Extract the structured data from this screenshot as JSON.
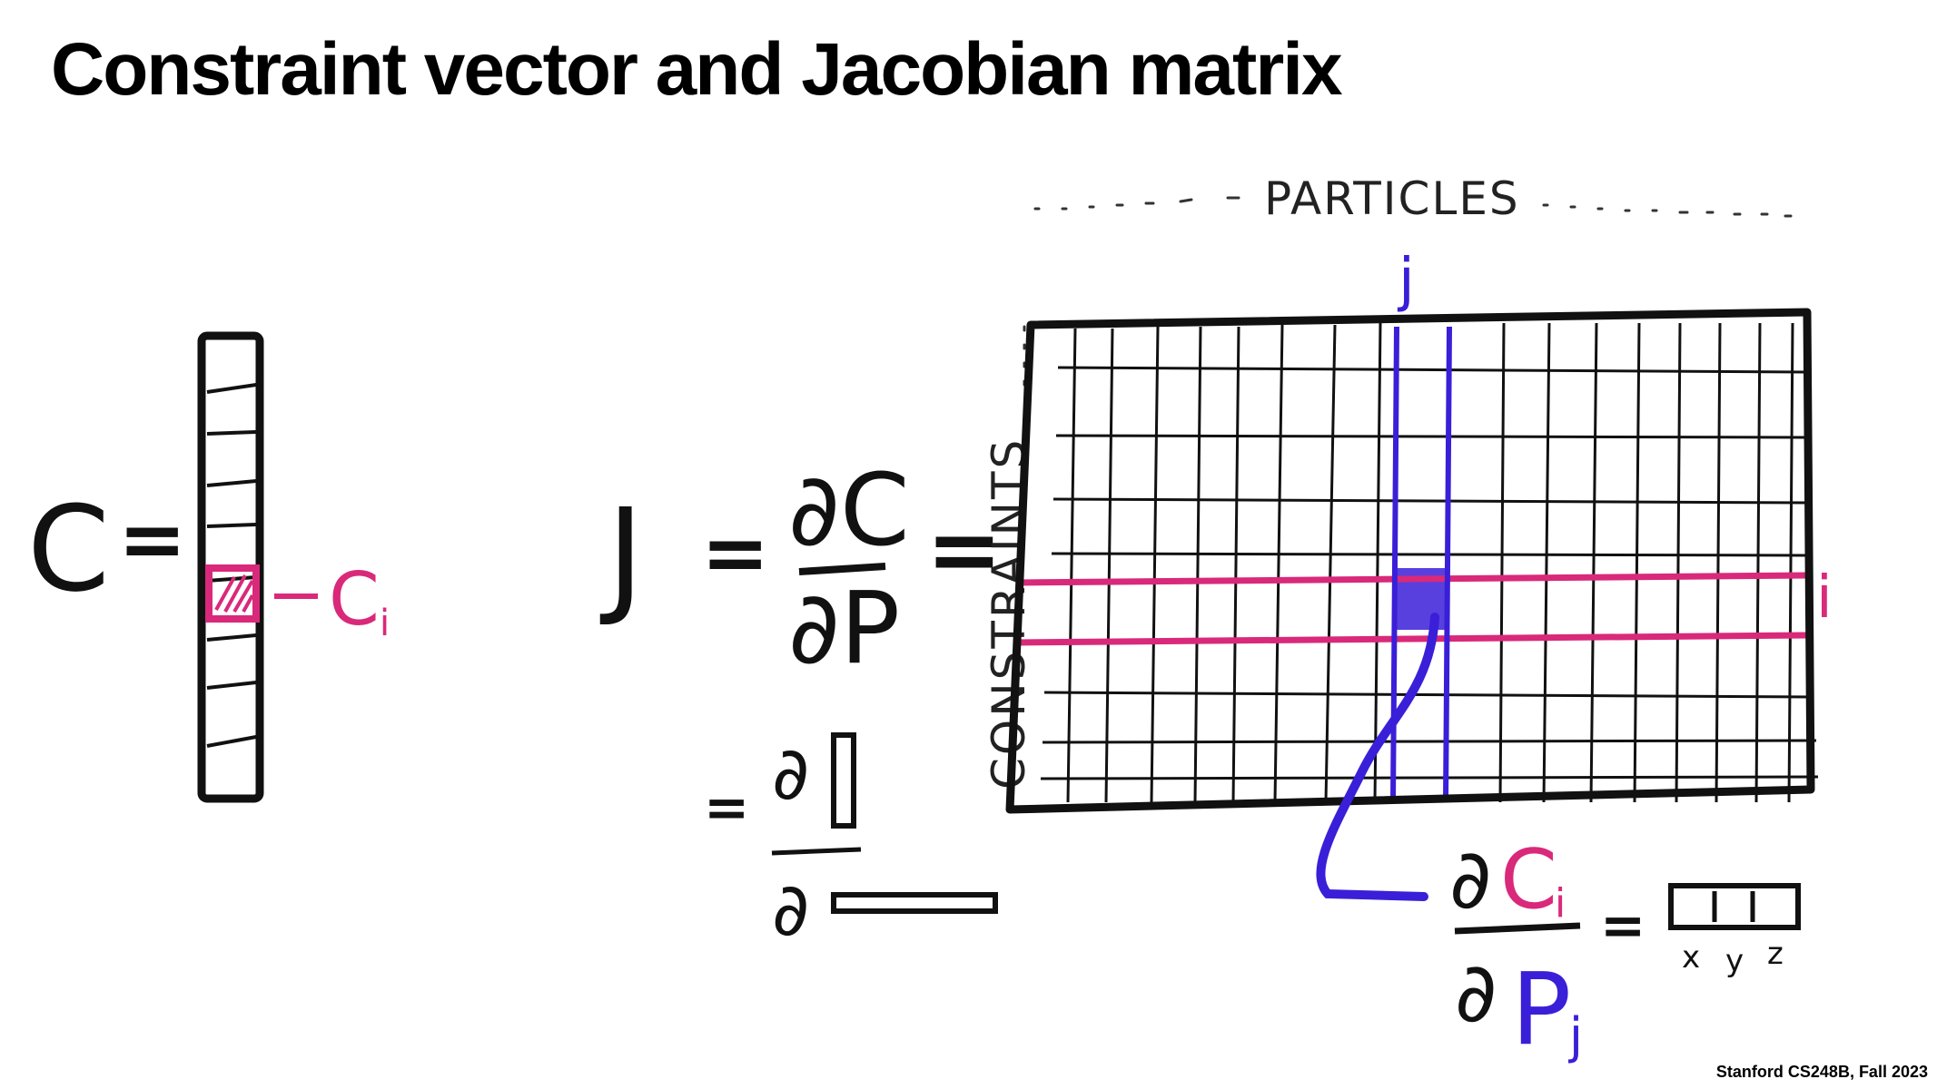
{
  "slide": {
    "title": "Constraint vector and Jacobian matrix",
    "footer": "Stanford CS248B, Fall 2023"
  },
  "constraint_vector": {
    "symbol": "C",
    "equals": "=",
    "highlight_label": "C",
    "highlight_subscript": "i"
  },
  "jacobian": {
    "symbol": "J",
    "equals": "=",
    "numerator": "∂C",
    "denominator": "∂P",
    "shape_partial_top": "∂",
    "shape_partial_bottom": "∂"
  },
  "matrix": {
    "column_axis_label": "PARTICLES",
    "row_axis_label": "CONSTRAINTS",
    "column_index": "j",
    "row_index": "i"
  },
  "entry": {
    "partial_top": "∂",
    "numerator_var": "C",
    "numerator_sub": "i",
    "partial_bottom": "∂",
    "denominator_var": "P",
    "denominator_sub": "j",
    "equals": "=",
    "components": [
      "x",
      "y",
      "z"
    ]
  },
  "colors": {
    "ink": "#111111",
    "magenta": "#d9297a",
    "blue": "#3a1fd8"
  }
}
